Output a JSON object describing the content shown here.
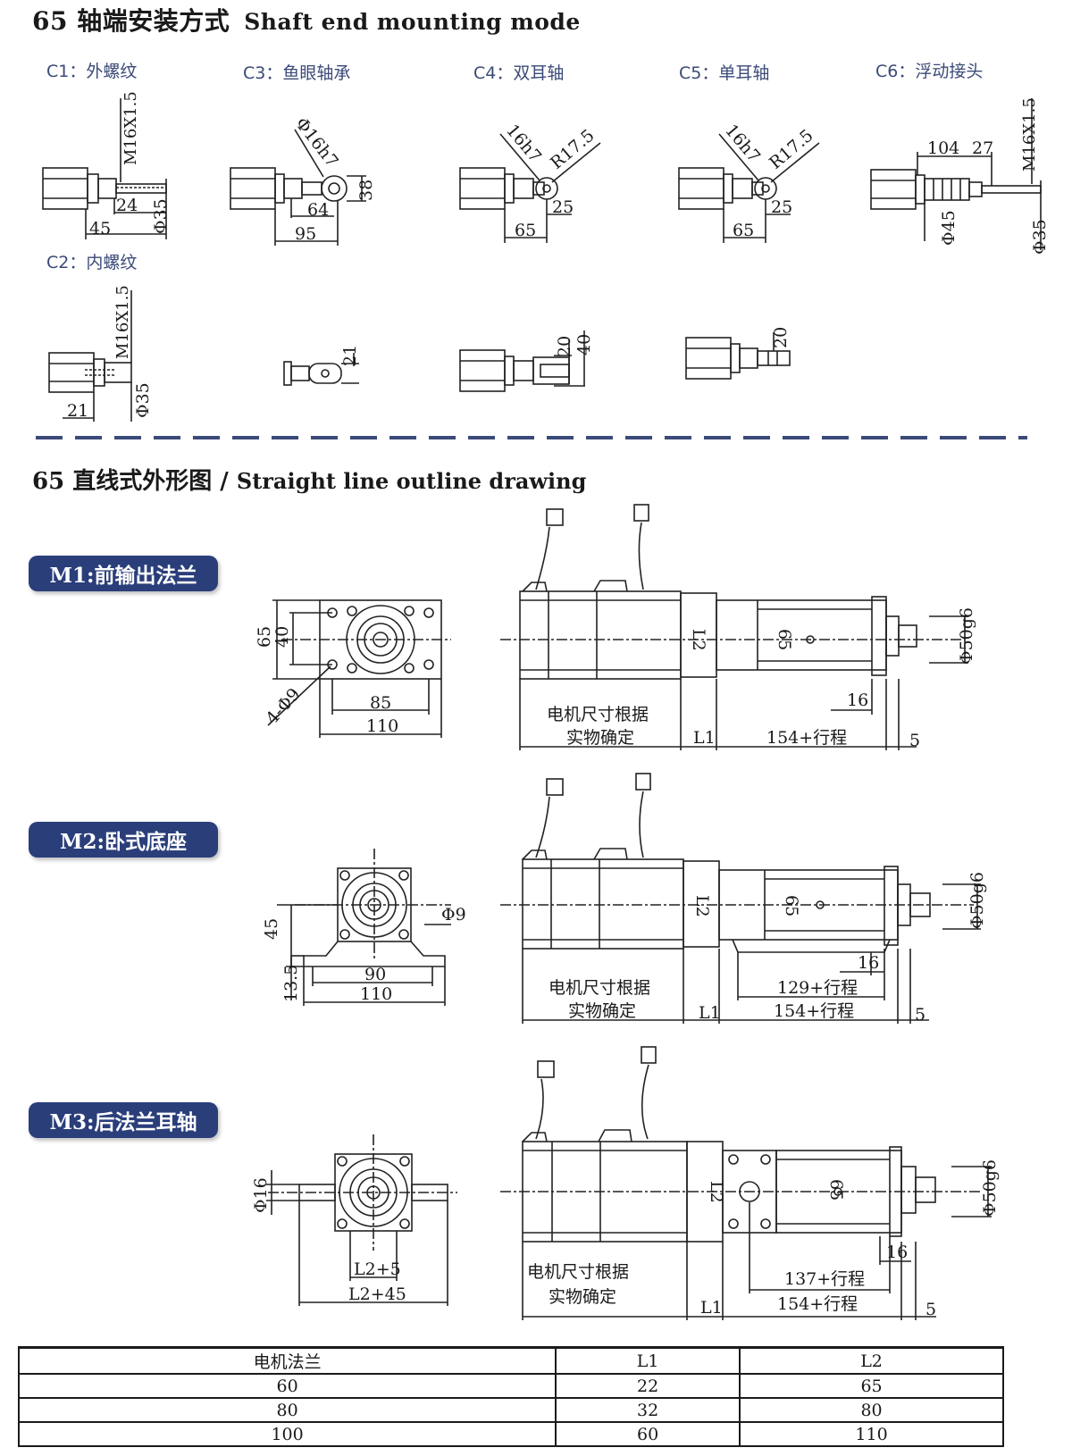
{
  "section1": {
    "title_zh": "65 轴端安装方式",
    "title_en": "Shaft end mounting mode"
  },
  "types": {
    "c1": {
      "label": "C1：外螺纹",
      "dims": [
        "M16X1.5",
        "24",
        "45",
        "Φ35"
      ]
    },
    "c3": {
      "label": "C3：鱼眼轴承",
      "dims": [
        "Φ16h7",
        "38",
        "64",
        "95"
      ]
    },
    "c4": {
      "label": "C4：双耳轴",
      "dims": [
        "16h7",
        "R17.5",
        "25",
        "65"
      ]
    },
    "c5": {
      "label": "C5：单耳轴",
      "dims": [
        "16h7",
        "R17.5",
        "25",
        "65"
      ]
    },
    "c6": {
      "label": "C6：浮动接头",
      "dims": [
        "104",
        "27",
        "M16X1.5",
        "Φ45",
        "Φ35"
      ]
    },
    "c2": {
      "label": "C2：内螺纹",
      "dims": [
        "M16X1.5",
        "21",
        "Φ35"
      ]
    }
  },
  "secondary": {
    "c3_side": "21",
    "c4_side": [
      "20",
      "40"
    ],
    "c5_side": "20"
  },
  "section2": {
    "title_zh": "65 直线式外形图 /",
    "title_en": "Straight line outline drawing"
  },
  "m1": {
    "badge": "M1:前输出法兰",
    "front": [
      "65",
      "40",
      "4-Φ9",
      "85",
      "110"
    ],
    "side": {
      "note1": "电机尺寸根据",
      "note2": "实物确定",
      "l1": "L1",
      "l2": "L2",
      "d65": "65",
      "d16": "16",
      "len": "154+行程",
      "d5": "5",
      "dia": "Φ50g6"
    }
  },
  "m2": {
    "badge": "M2:卧式底座",
    "front": [
      "45",
      "Φ9",
      "13.5",
      "90",
      "110"
    ],
    "side": {
      "note1": "电机尺寸根据",
      "note2": "实物确定",
      "l1": "L1",
      "l2": "L2",
      "d65": "65",
      "d16": "16",
      "len1": "129+行程",
      "len2": "154+行程",
      "d5": "5",
      "dia": "Φ50g6"
    }
  },
  "m3": {
    "badge": "M3:后法兰耳轴",
    "front": [
      "Φ16",
      "L2+5",
      "L2+45"
    ],
    "side": {
      "note1": "电机尺寸根据",
      "note2": "实物确定",
      "l1": "L1",
      "l2": "L2",
      "d65": "65",
      "d16": "16",
      "len1": "137+行程",
      "len2": "154+行程",
      "d5": "5",
      "dia": "Φ50g6"
    }
  },
  "table": {
    "headers": [
      "电机法兰",
      "L1",
      "L2"
    ],
    "rows": [
      [
        "60",
        "22",
        "65"
      ],
      [
        "80",
        "32",
        "80"
      ],
      [
        "100",
        "60",
        "110"
      ]
    ]
  }
}
